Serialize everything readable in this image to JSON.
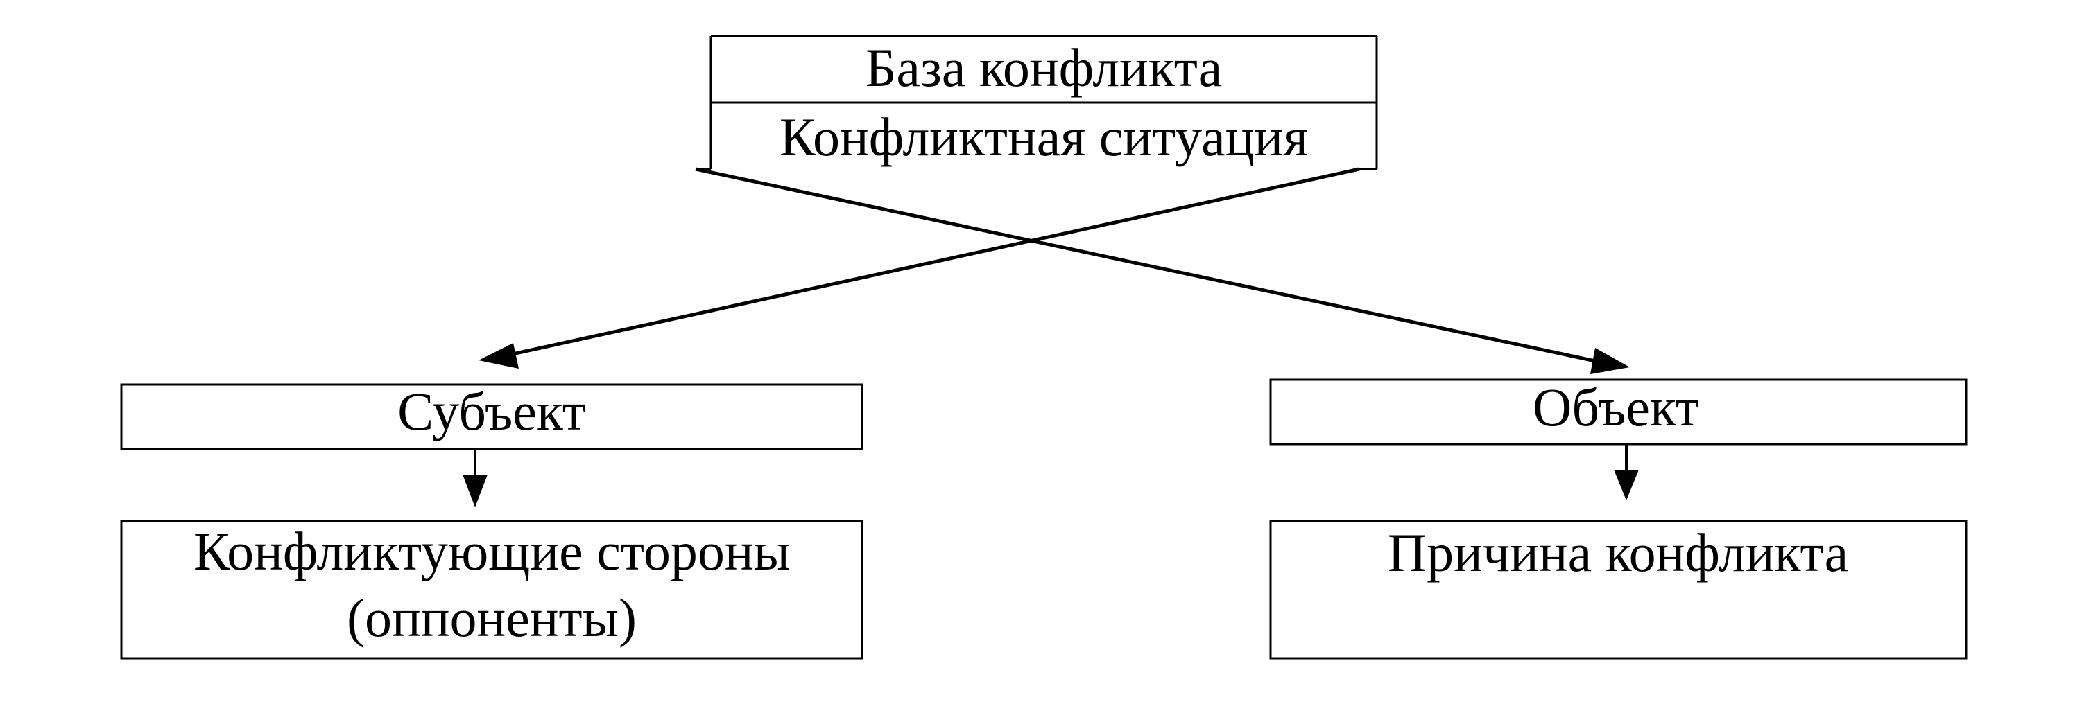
{
  "top_box": {
    "title": "База конфликта",
    "subtitle": "Конфликтная ситуация"
  },
  "left_branch": {
    "label": "Субъект",
    "detail_line1": "Конфликтующие стороны",
    "detail_line2": "(оппоненты)"
  },
  "right_branch": {
    "label": "Объект",
    "detail_line1": "Причина конфликта"
  },
  "colors": {
    "line": "#000000",
    "background": "#ffffff"
  }
}
